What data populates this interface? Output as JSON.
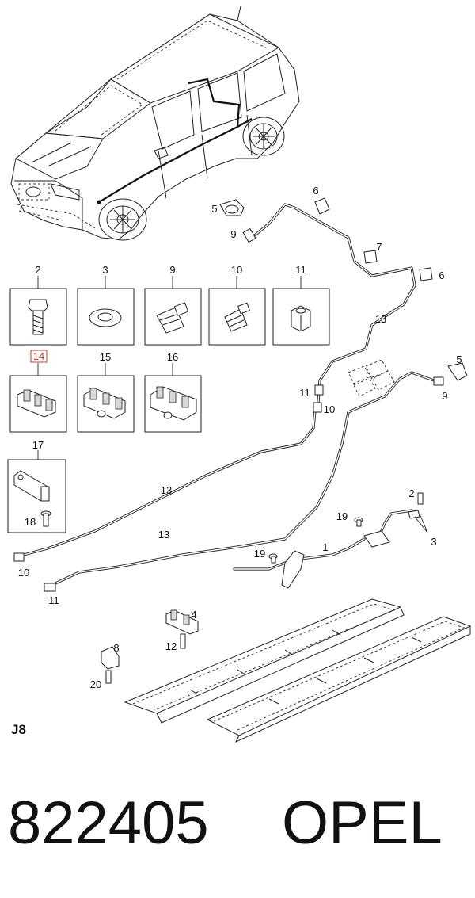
{
  "section_code": "J8",
  "caption": {
    "part_number": "822405",
    "brand": "OPEL"
  },
  "part_boxes": [
    {
      "id": "2"
    },
    {
      "id": "3"
    },
    {
      "id": "9"
    },
    {
      "id": "10"
    },
    {
      "id": "11"
    },
    {
      "id": "14"
    },
    {
      "id": "15"
    },
    {
      "id": "16"
    },
    {
      "id": "17"
    }
  ],
  "box_inner_labels": {
    "box17_screw": "18"
  },
  "callouts": {
    "upper_5": "5",
    "upper_6": "6",
    "upper_9": "9",
    "upper_7": "7",
    "mid_6": "6",
    "upper_13": "13",
    "upper_11": "11",
    "upper_10": "10",
    "right_5": "5",
    "right_9": "9",
    "mid_13a": "13",
    "mid_13b": "13",
    "low_10": "10",
    "low_11": "11",
    "cable_1": "1",
    "cable_2": "2",
    "cable_3": "3",
    "cable_19a": "19",
    "cable_19b": "19",
    "clip_4": "4",
    "clip_12": "12",
    "clip_8": "8",
    "clip_20": "20"
  },
  "colors": {
    "line": "#222222",
    "highlight_label": "#c0392b",
    "shade": "#d9d9d9"
  }
}
